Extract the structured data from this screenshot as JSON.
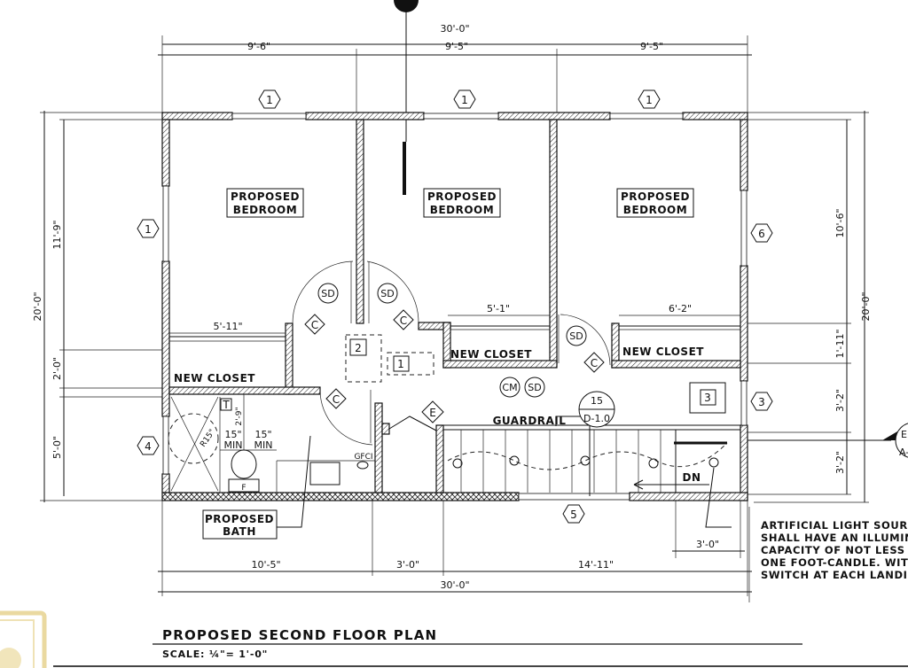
{
  "drawing": {
    "title": "PROPOSED SECOND FLOOR PLAN",
    "scale": "SCALE: ¼\"= 1'-0\""
  },
  "rooms": {
    "bedroom_1": [
      "PROPOSED",
      "BEDROOM"
    ],
    "bedroom_2": [
      "PROPOSED",
      "BEDROOM"
    ],
    "bedroom_3": [
      "PROPOSED",
      "BEDROOM"
    ],
    "bath": [
      "PROPOSED",
      "BATH"
    ],
    "closet_left": "NEW CLOSET",
    "closet_mid": "NEW CLOSET",
    "closet_right": "NEW CLOSET",
    "guardrail": "GUARDRAIL",
    "dn": "DN"
  },
  "dimensions": {
    "top_overall": "30'-0\"",
    "top": [
      "9'-6\"",
      "9'-5\"",
      "9'-5\""
    ],
    "bottom": [
      "10'-5\"",
      "3'-0\"",
      "14'-11\""
    ],
    "bottom_overall": "30'-0\"",
    "left_overall": "20'-0\"",
    "left": [
      "11'-9\"",
      "2'-0\"",
      "5'-0\""
    ],
    "right_overall": "20'-0\"",
    "right": [
      "10'-6\"",
      "1'-11\"",
      "3'-2\"",
      "3'-2\""
    ],
    "closet_left_width": "5'-11\"",
    "closet_mid_width": "5'-1\"",
    "closet_right_width": "6'-2\"",
    "stair_landing": "3'-0\"",
    "bath_clear_1": [
      "15\"",
      "MIN"
    ],
    "bath_clear_2": [
      "15\"",
      "MIN"
    ],
    "bath_depth": "2'-9\"",
    "shower_radius": "R15\""
  },
  "tags": {
    "window_top": [
      "1",
      "1",
      "1"
    ],
    "window_left_top": "1",
    "window_left_bottom": "4",
    "window_right_top": "6",
    "window_right_bottom": "3",
    "window_bottom": "5",
    "door_c": "C",
    "door_e": "E",
    "smoke_detector": "SD",
    "carbon_monoxide": "CM",
    "note_1": "1",
    "note_2": "2",
    "note_3": "3",
    "toilet_t": "T",
    "fan_f": "F",
    "gfci": "GFCI",
    "detail_num": "15",
    "detail_sheet": "D-1.0",
    "section_top": "E",
    "section_bottom": "A-"
  },
  "notes": [
    "ARTIFICIAL LIGHT SOURC",
    "SHALL HAVE AN ILLUMIN",
    "CAPACITY OF NOT LESS",
    "ONE FOOT-CANDLE. WITH",
    "SWITCH AT EACH LANDIN"
  ],
  "colors": {
    "line": "#111111",
    "logo": "#e8d59a"
  }
}
